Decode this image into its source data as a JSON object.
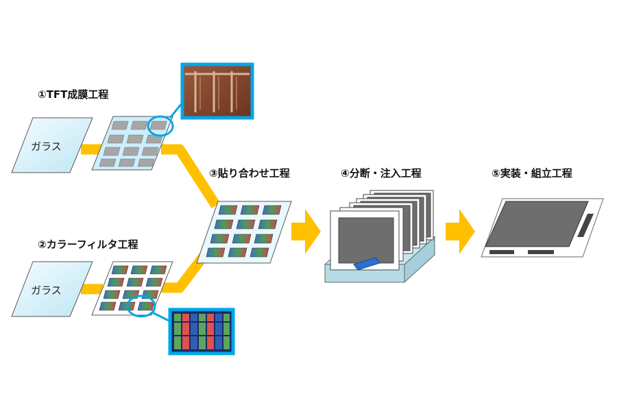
{
  "steps": {
    "tft": "①TFT成膜工程",
    "color_filter": "②カラーフィルタ工程",
    "bonding": "③貼り合わせ工程",
    "cut_inject": "④分断・注入工程",
    "assembly": "⑤実装・組立工程"
  },
  "glass_label": "ガラス",
  "colors": {
    "flow": "#FFC000",
    "callout": "#00A6E8",
    "glass": "#D8F1FA",
    "panel_gray": "#6e6e6e",
    "rgb_red": "#E0514B",
    "rgb_green": "#5BA65B",
    "rgb_blue": "#2F5FB5"
  }
}
